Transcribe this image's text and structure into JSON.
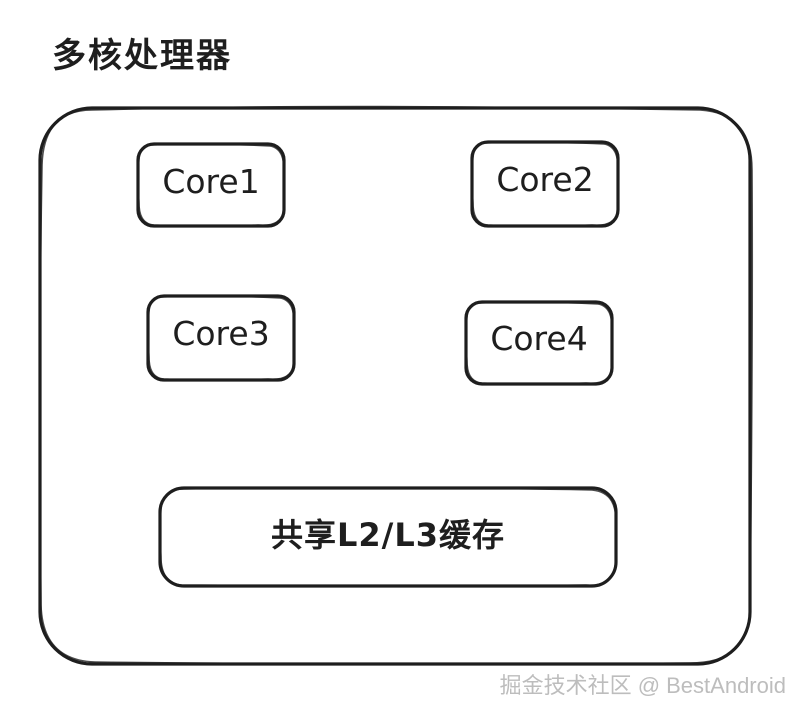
{
  "diagram": {
    "title": "多核处理器",
    "cores": [
      {
        "label": "Core1"
      },
      {
        "label": "Core2"
      },
      {
        "label": "Core3"
      },
      {
        "label": "Core4"
      }
    ],
    "cache": {
      "label": "共享L2/L3缓存"
    }
  },
  "watermark": "掘金技术社区 @ BestAndroid",
  "colors": {
    "stroke": "#1e1e1e",
    "background": "#ffffff",
    "watermark": "#bdbdbd"
  }
}
